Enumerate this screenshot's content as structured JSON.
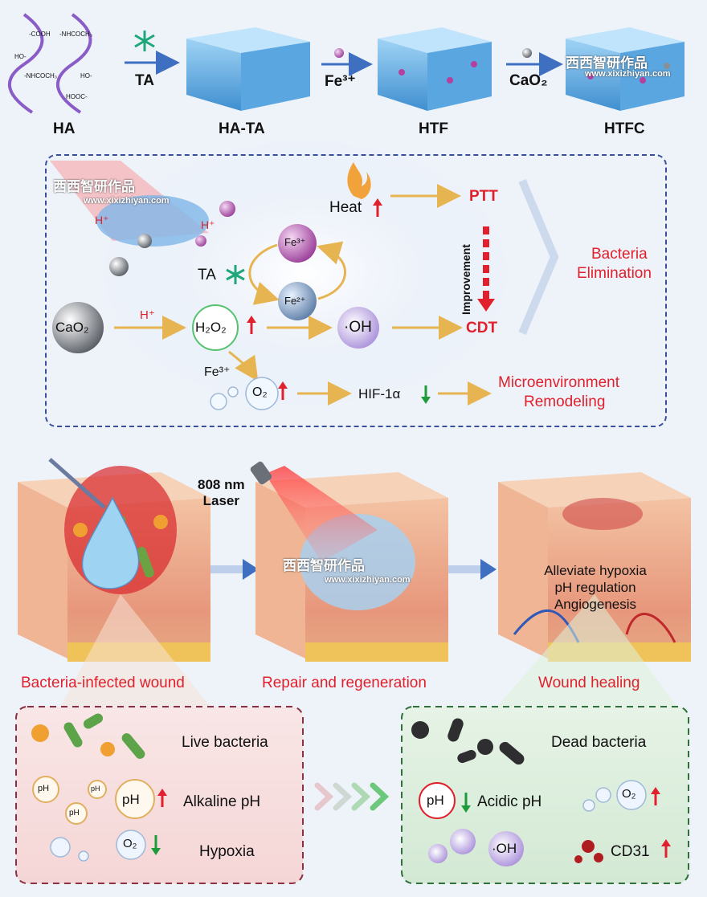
{
  "row1": {
    "ha_label": "HA",
    "hata_label": "HA-TA",
    "htf_label": "HTF",
    "htfc_label": "HTFC",
    "ta_step": "TA",
    "fe_step": "Fe³⁺",
    "cao2_step": "CaO₂",
    "chem_groups": [
      "-COOH",
      "HO-",
      "-NHCOCH₃",
      "-NHCOCH₃",
      "HO-",
      "HOOC-"
    ]
  },
  "watermark": {
    "brand": "西西智研作品",
    "url": "www.xixizhiyan.com"
  },
  "mechanism": {
    "heat": "Heat",
    "ptt": "PTT",
    "improvement": "Improvement",
    "cdt": "CDT",
    "bacteria_elim": [
      "Bacteria",
      "Elimination"
    ],
    "ta": "TA",
    "fe3": "Fe³⁺",
    "fe2": "Fe²⁺",
    "cao2": "CaO₂",
    "hplus": "H⁺",
    "h2o2": "H₂O₂",
    "oh": "·OH",
    "fe3_low": "Fe³⁺",
    "o2": "O₂",
    "hif": "HIF-1α",
    "micro": [
      "Microenvironment",
      "Remodeling"
    ],
    "h_ion": "H⁺"
  },
  "row3": {
    "laser": [
      "808 nm",
      "Laser"
    ],
    "infected": "Bacteria-infected wound",
    "repair": "Repair and regeneration",
    "healing": "Wound healing",
    "overlay": [
      "Alleviate hypoxia",
      "pH regulation",
      "Angiogenesis"
    ]
  },
  "left_panel": {
    "live": "Live bacteria",
    "alkaline": "Alkaline pH",
    "hypoxia": "Hypoxia",
    "ph": "pH",
    "o2": "O₂"
  },
  "right_panel": {
    "dead": "Dead bacteria",
    "acidic": "Acidic pH",
    "o2": "O₂",
    "oh": "·OH",
    "cd31": "CD31",
    "ph": "pH"
  },
  "colors": {
    "red": "#e0202c",
    "green": "#1f9a3a",
    "gold": "#e6b450",
    "panel_border": "#3a4f9c"
  }
}
